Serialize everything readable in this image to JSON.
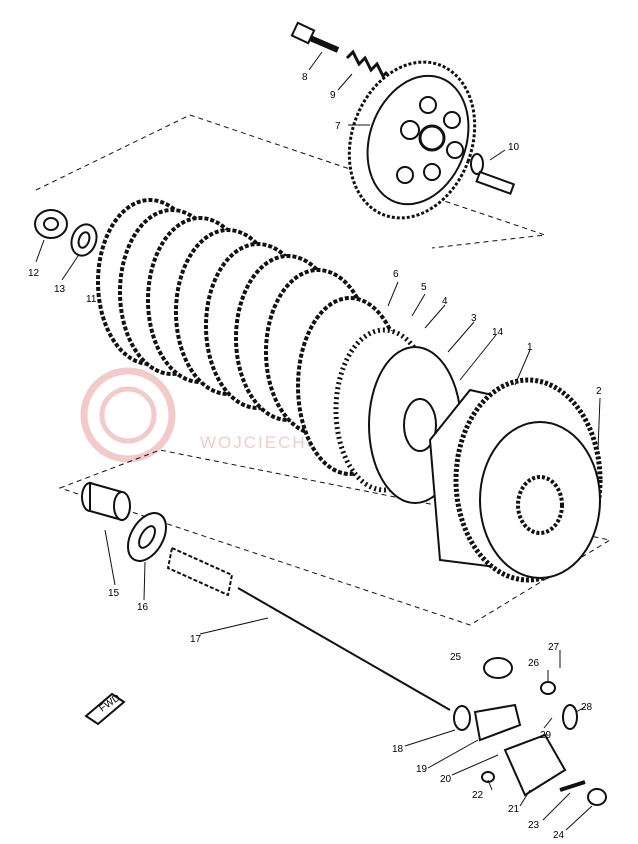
{
  "diagram": {
    "watermark_text": "WOJCIECHOWSKI MOTOPARTS",
    "front_arrow_label": "FWD",
    "colors": {
      "ink": "#111111",
      "watermark": "#e8a0a0",
      "paper": "#ffffff"
    },
    "callouts": [
      {
        "id": "c1",
        "text": "1"
      },
      {
        "id": "c2",
        "text": "2"
      },
      {
        "id": "c3",
        "text": "3"
      },
      {
        "id": "c4",
        "text": "4"
      },
      {
        "id": "c5",
        "text": "5"
      },
      {
        "id": "c6",
        "text": "6"
      },
      {
        "id": "c7",
        "text": "7"
      },
      {
        "id": "c8",
        "text": "8"
      },
      {
        "id": "c9",
        "text": "9"
      },
      {
        "id": "c10",
        "text": "10"
      },
      {
        "id": "c11",
        "text": "11"
      },
      {
        "id": "c12",
        "text": "12"
      },
      {
        "id": "c13",
        "text": "13"
      },
      {
        "id": "c14",
        "text": "14"
      },
      {
        "id": "c15",
        "text": "15"
      },
      {
        "id": "c16",
        "text": "16"
      },
      {
        "id": "c17",
        "text": "17"
      },
      {
        "id": "c18",
        "text": "18"
      },
      {
        "id": "c19",
        "text": "19"
      },
      {
        "id": "c20",
        "text": "20"
      },
      {
        "id": "c21",
        "text": "21"
      },
      {
        "id": "c22",
        "text": "22"
      },
      {
        "id": "c23",
        "text": "23"
      },
      {
        "id": "c24",
        "text": "24"
      },
      {
        "id": "c25",
        "text": "25"
      },
      {
        "id": "c26",
        "text": "26"
      },
      {
        "id": "c27",
        "text": "27"
      },
      {
        "id": "c28",
        "text": "28"
      },
      {
        "id": "c29",
        "text": "29"
      }
    ]
  }
}
